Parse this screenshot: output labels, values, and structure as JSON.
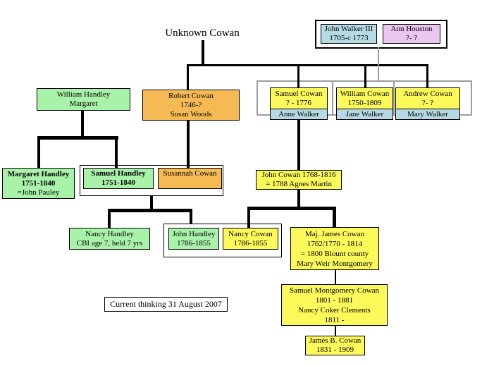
{
  "diagram_title": "Unknown Cowan",
  "note_box": {
    "text": "Current thinking 31 August 2007"
  },
  "colors": {
    "cowan_yellow": "#fcf95b",
    "handley_green": "#a9f2a9",
    "cowan_orange": "#f6ba55",
    "walker_blue": "#b5dae4",
    "houston_plum": "#ebc6f1",
    "walker_descent_gray": "#9d9d9d",
    "line_black": "#000000"
  },
  "people": {
    "unknown_cowan": {
      "name": "Unknown Cowan"
    },
    "john_walker": {
      "name": "John Walker III",
      "dates": "1705-c 1773"
    },
    "ann_houston": {
      "name": "Ann Houston",
      "dates": "?- ?"
    },
    "william_handley": {
      "name": "William Handley",
      "spouse": "Margaret"
    },
    "robert_cowan": {
      "name": "Robert Cowan",
      "dates": "1746-?",
      "spouse": "Susan Woods"
    },
    "samuel_cowan": {
      "name": "Samuel Cowan",
      "dates": "? - 1776",
      "spouse": "Anne Walker"
    },
    "william_cowan": {
      "name": "William Cowan",
      "dates": "1750-1809",
      "spouse": "Jane Walker"
    },
    "andrew_cowan": {
      "name": "Andrew Cowan",
      "dates": "?- ?",
      "spouse": "Mary Walker"
    },
    "margaret_handley": {
      "name": "Margaret Handley",
      "dates": "1751-1840",
      "spouse": "=John Pauley"
    },
    "samuel_handley": {
      "name": "Samuel Handley",
      "dates": "1751-1840"
    },
    "susannah_cowan": {
      "name": "Susannah Cowan"
    },
    "john_cowan": {
      "name": "John Cowan 1768-1816",
      "marriage": "= 1788 Agnes Martin"
    },
    "nancy_handley": {
      "name": "Nancy Handley",
      "note": "CBI age 7, held 7 yrs"
    },
    "john_handley": {
      "name": "John Handley",
      "dates": "1786-1855"
    },
    "nancy_cowan": {
      "name": "Nancy Cowan",
      "dates": "1786-1855"
    },
    "james_cowan": {
      "name": "Maj. James Cowan",
      "dates": "1762/1770 - 1814",
      "marriage": "= 1800 Blount county",
      "spouse": "Mary Weir Montgomery"
    },
    "samuel_montgomery_cowan": {
      "name": "Samuel Montgomery Cowan",
      "dates": "1801 - 1881",
      "spouse": "Nancy Coker Clements",
      "spouse_dates": "1811 -"
    },
    "james_b_cowan": {
      "name": "James B. Cowan",
      "dates": "1831 - 1909"
    }
  }
}
